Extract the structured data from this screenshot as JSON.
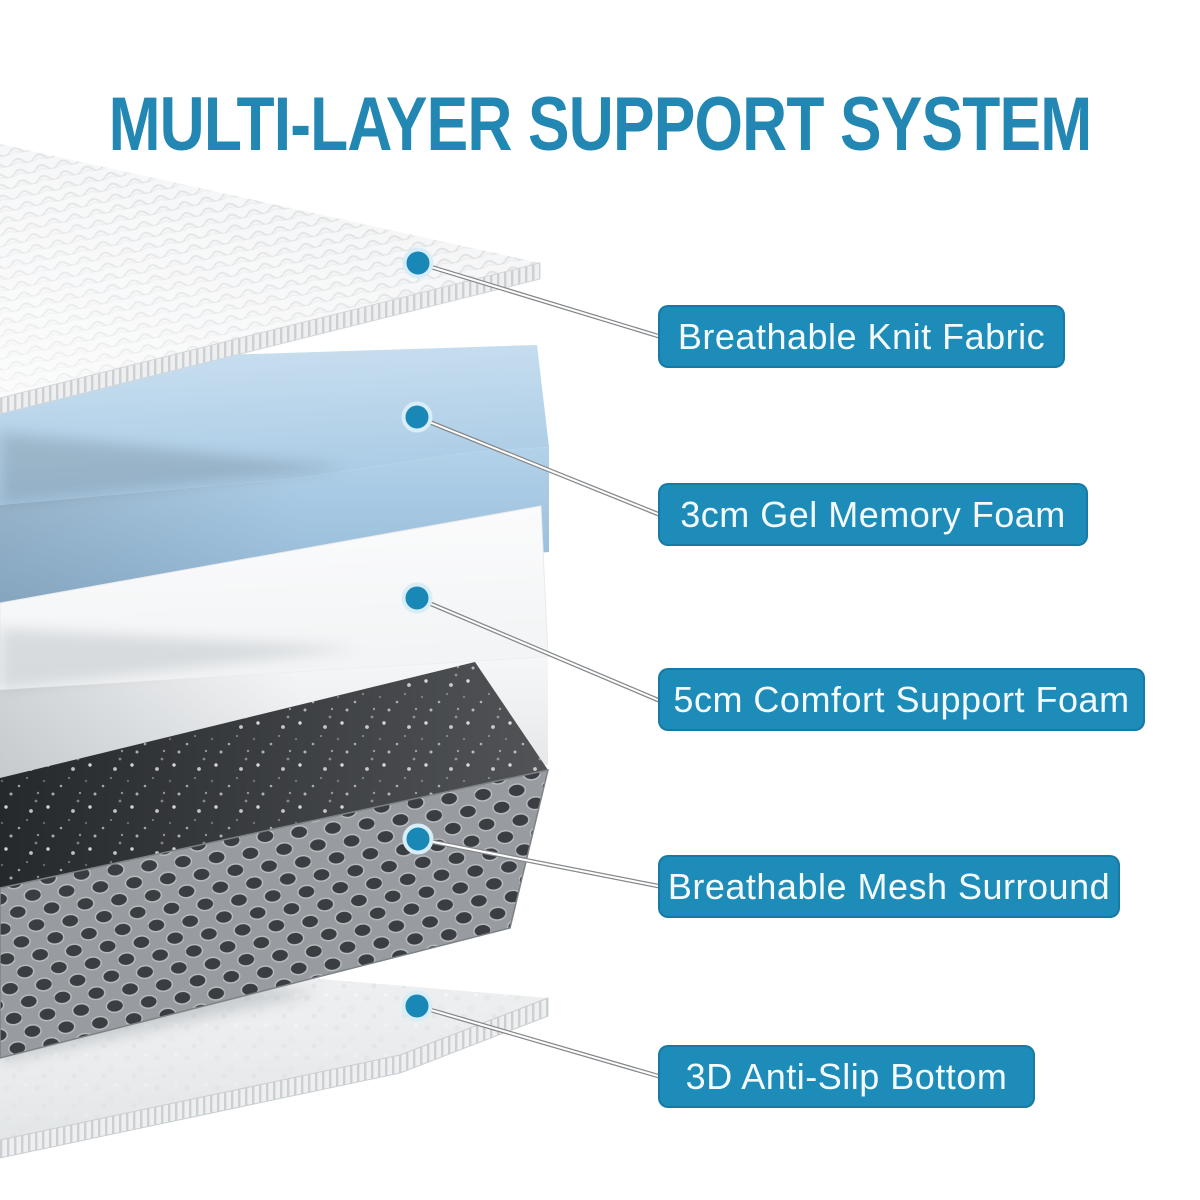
{
  "title": "MULTI-LAYER SUPPORT SYSTEM",
  "layers": [
    {
      "name": "knit-fabric",
      "label": "Breathable Knit Fabric"
    },
    {
      "name": "gel-memory-foam",
      "label": "3cm Gel Memory Foam"
    },
    {
      "name": "comfort-support-foam",
      "label": "5cm Comfort Support Foam"
    },
    {
      "name": "mesh-surround",
      "label": "Breathable Mesh Surround"
    },
    {
      "name": "anti-slip-bottom",
      "label": "3D Anti-Slip Bottom"
    }
  ],
  "colors": {
    "accent_teal": "#1A88B7",
    "title_text": "#2287B3",
    "label_box_fill": "#1E8CB9",
    "label_text": "#F4FAFC",
    "dot_ring": "#D8EDF7",
    "callout_line_gray": "#85888B",
    "gel_foam_blue": "#A9CBE5",
    "foam_white": "#F4F5F6",
    "mesh_front_gray": "#989CA0",
    "mesh_top_charcoal": "#26292C",
    "bottom_sheet_gray": "#EDEFF0",
    "background": "#FFFFFF"
  }
}
